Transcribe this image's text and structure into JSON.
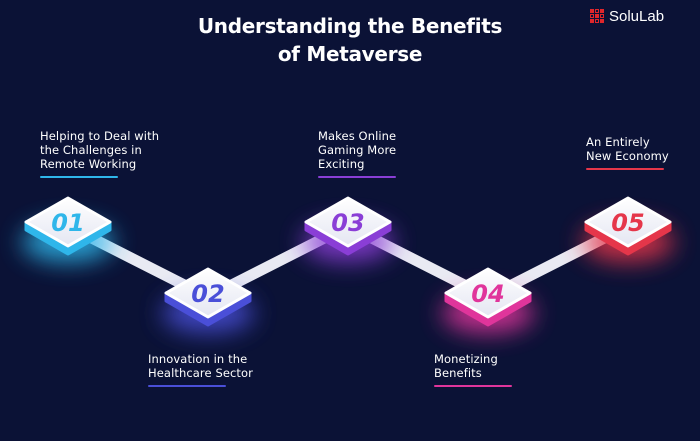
{
  "title": {
    "line1": "Understanding the Benefits",
    "line2": "of Metaverse"
  },
  "brand": {
    "name": "SoluLab",
    "color": "#e0262b"
  },
  "steps": [
    {
      "number": "01",
      "lines": [
        "Helping to Deal with",
        "the Challenges in",
        "Remote Working"
      ],
      "color": "#2fb6ea"
    },
    {
      "number": "02",
      "lines": [
        "Innovation in the",
        "Healthcare Sector"
      ],
      "color": "#4a4fd8"
    },
    {
      "number": "03",
      "lines": [
        "Makes Online",
        "Gaming More",
        "Exciting"
      ],
      "color": "#8a3ed6"
    },
    {
      "number": "04",
      "lines": [
        "Monetizing",
        "Benefits"
      ],
      "color": "#e0359b"
    },
    {
      "number": "05",
      "lines": [
        "An Entirely",
        "New Economy"
      ],
      "color": "#e5364a"
    }
  ]
}
